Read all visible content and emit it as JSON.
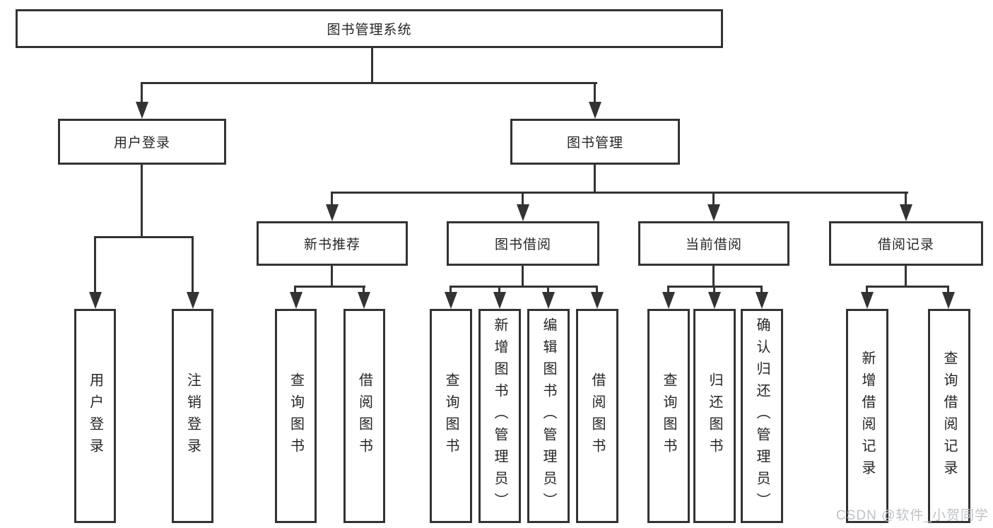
{
  "diagram": {
    "root": "图书管理系统",
    "level1": [
      "用户登录",
      "图书管理"
    ],
    "level2": [
      "新书推荐",
      "图书借阅",
      "当前借阅",
      "借阅记录"
    ],
    "leaves": {
      "user_login": [
        "用户登录",
        "注销登录"
      ],
      "new_books": [
        "查询图书",
        "借阅图书"
      ],
      "book_borrow": [
        "查询图书",
        "新增图书（管理员）",
        "编辑图书（管理员）",
        "借阅图书"
      ],
      "current_borrow": [
        "查询图书",
        "归还图书",
        "确认归还（管理员）"
      ],
      "borrow_records": [
        "新增借阅记录",
        "查询借阅记录"
      ]
    }
  },
  "watermark": "CSDN @软件_小贺同学",
  "colors": {
    "line": "#333333",
    "text": "#262626",
    "watermark": "#bfc3c7",
    "background": "#ffffff"
  }
}
